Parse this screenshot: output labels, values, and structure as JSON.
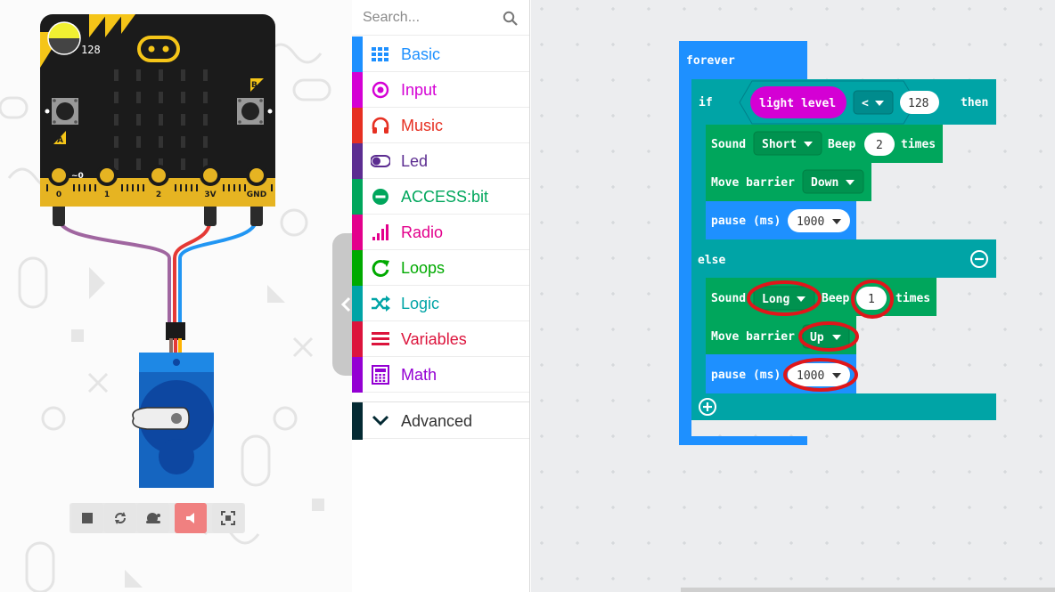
{
  "simulator": {
    "light_value": "128",
    "button_a": "A",
    "button_b": "B",
    "pins": [
      "0",
      "1",
      "2",
      "3V",
      "GND"
    ],
    "pin0_extra": "~0",
    "controls": [
      {
        "name": "stop",
        "icon": "stop-icon"
      },
      {
        "name": "restart",
        "icon": "restart-icon"
      },
      {
        "name": "slow-motion",
        "icon": "snail-icon"
      },
      {
        "name": "mute",
        "icon": "speaker-icon"
      },
      {
        "name": "fullscreen",
        "icon": "fullscreen-icon"
      }
    ]
  },
  "toolbox": {
    "search_placeholder": "Search...",
    "categories": [
      {
        "label": "Basic",
        "color": "#1e90ff",
        "icon": "grid-icon"
      },
      {
        "label": "Input",
        "color": "#d400d4",
        "icon": "target-icon"
      },
      {
        "label": "Music",
        "color": "#e63022",
        "icon": "headphones-icon"
      },
      {
        "label": "Led",
        "color": "#5c2d91",
        "icon": "toggle-icon"
      },
      {
        "label": "ACCESS:bit",
        "color": "#00a65c",
        "icon": "no-entry-icon"
      },
      {
        "label": "Radio",
        "color": "#e3008c",
        "icon": "signal-bars-icon"
      },
      {
        "label": "Loops",
        "color": "#00aa00",
        "icon": "loop-arrow-icon"
      },
      {
        "label": "Logic",
        "color": "#00a4a6",
        "icon": "shuffle-icon"
      },
      {
        "label": "Variables",
        "color": "#dc143c",
        "icon": "list-icon"
      },
      {
        "label": "Math",
        "color": "#9400d3",
        "icon": "calculator-icon"
      }
    ],
    "advanced": {
      "label": "Advanced",
      "color": "#042a33",
      "icon": "chevron-down-icon"
    }
  },
  "workspace": {
    "forever": "forever",
    "if_kw": "if",
    "light_level": "light level",
    "operator": "<",
    "threshold": "128",
    "then_kw": "then",
    "else_kw": "else",
    "then_branch": {
      "sound": "Sound",
      "sound_value": "Short",
      "beep": "Beep",
      "beep_count": "2",
      "times": "times",
      "move": "Move barrier",
      "move_value": "Down",
      "pause": "pause (ms)",
      "pause_value": "1000"
    },
    "else_branch": {
      "sound": "Sound",
      "sound_value": "Long",
      "beep": "Beep",
      "beep_count": "1",
      "times": "times",
      "move": "Move barrier",
      "move_value": "Up",
      "pause": "pause (ms)",
      "pause_value": "1000"
    },
    "colors": {
      "loops": "#1e90ff",
      "logic": "#00a4a6",
      "accessbit": "#00a65c",
      "input": "#d400d4",
      "highlight": "#e0161a"
    }
  }
}
